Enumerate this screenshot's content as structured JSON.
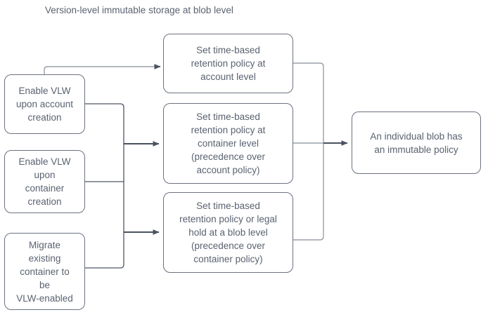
{
  "diagram": {
    "title": "Version-level immutable storage at blob level",
    "text_color": "#5a6270",
    "border_color": "#6b7280",
    "connector_color": "#8a9199",
    "arrow_color": "#4a525e",
    "background": "#ffffff",
    "nodes": {
      "enable_vlw_account": "Enable VLW\nupon account\ncreation",
      "enable_vlw_container": "Enable VLW\nupon\ncontainer\ncreation",
      "migrate_container": "Migrate\nexisting\ncontainer to\nbe\nVLW-enabled",
      "retention_account": "Set time-based\nretention policy at\naccount level",
      "retention_container": "Set time-based\nretention policy at\ncontainer level\n(precedence over\naccount policy)",
      "retention_blob": "Set time-based\nretention policy or legal\nhold at a blob level\n(precedence over\ncontainer policy)",
      "immutable_result": "An individual blob has\nan immutable policy"
    }
  }
}
